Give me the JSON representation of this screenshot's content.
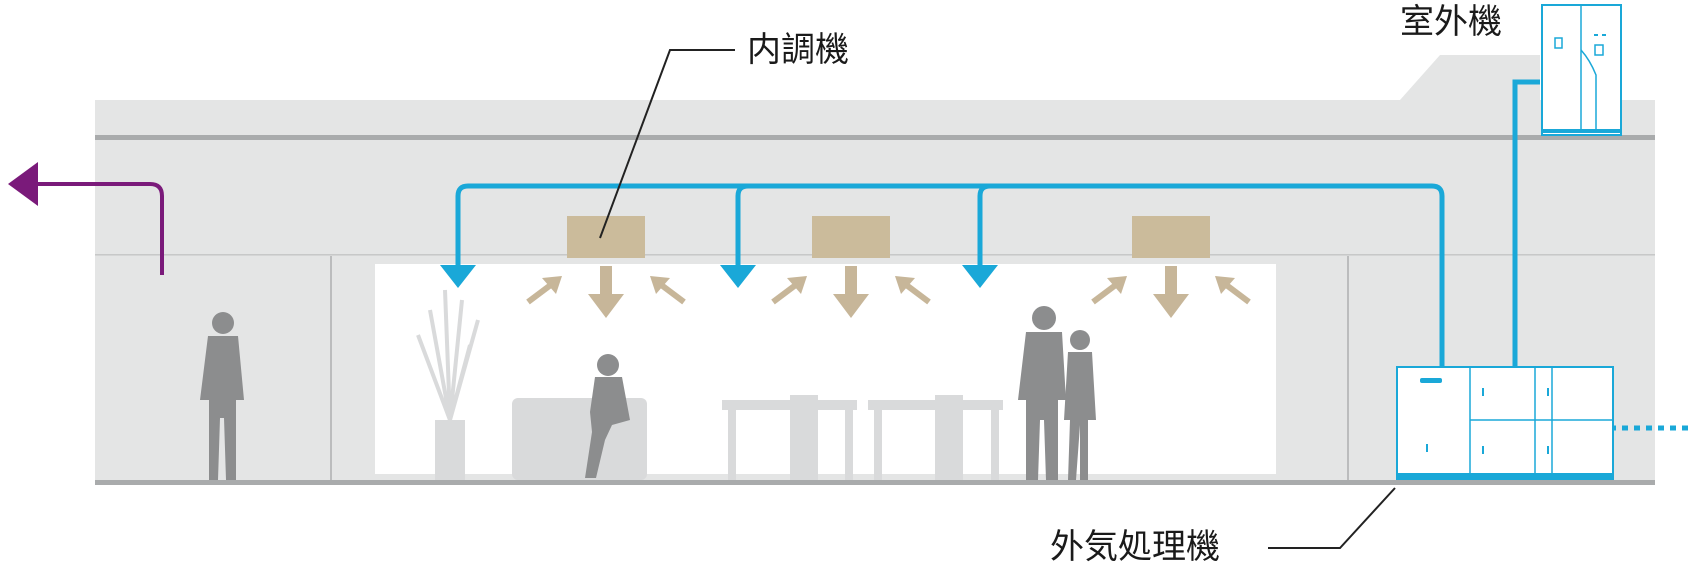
{
  "labels": {
    "indoor_unit": "内調機",
    "outdoor_unit": "室外機",
    "outside_air_unit": "外気処理機"
  },
  "colors": {
    "refrigerant_line": "#1aa8d8",
    "exhaust_air": "#7a1a7a",
    "supply_air_arrow": "#c7b699",
    "indoor_unit_fill": "#cbbb9b",
    "building_gray": "#e4e5e5",
    "floor_line": "#a9abac",
    "silhouette": "#8c8d8e",
    "furniture": "#d9dadb",
    "room_white": "#ffffff",
    "leader_line": "#222222"
  },
  "icons": {
    "person": "person-silhouette-icon",
    "plant": "potted-plant-icon",
    "sofa": "armchair-icon",
    "table": "table-chair-icon"
  }
}
